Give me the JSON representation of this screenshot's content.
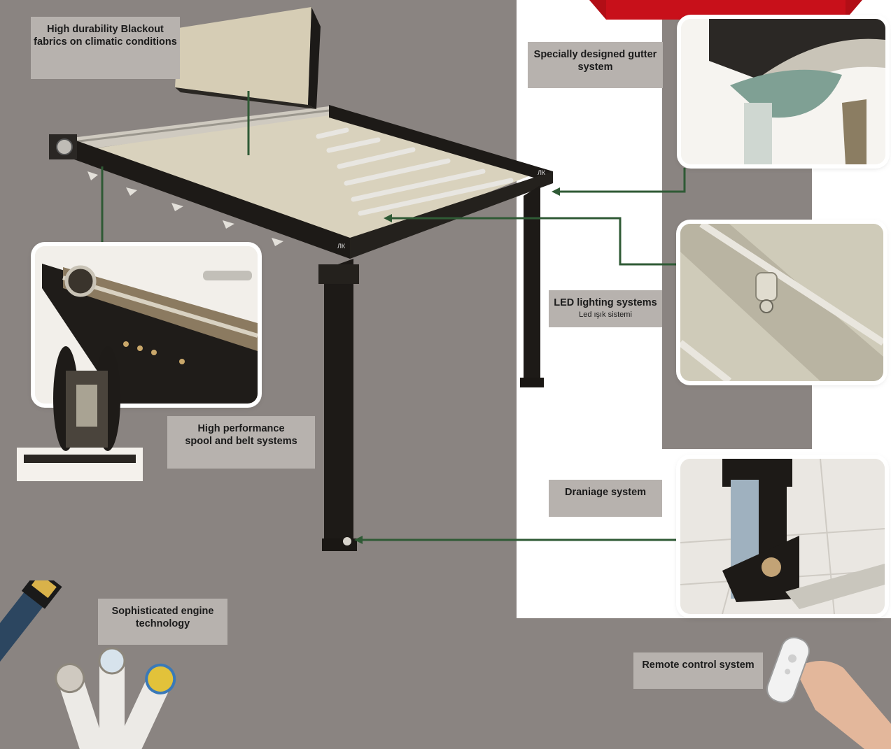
{
  "labels": {
    "blackout": {
      "line1": "High durability Blackout",
      "line2": "fabrics on climatic conditions"
    },
    "gutter": {
      "line1": "Specially designed gutter",
      "line2": "system"
    },
    "led": {
      "title": "LED lighting systems",
      "subtitle": "Led ışık sistemi"
    },
    "spool": {
      "line1": "High performance",
      "line2": "spool and belt systems"
    },
    "drainage": {
      "title": "Draniage system"
    },
    "engine": {
      "line1": "Sophisticated engine",
      "line2": "technology"
    },
    "remote": {
      "title": "Remote control system"
    }
  },
  "frame_logo": "ЛК",
  "colors": {
    "background": "#8a8481",
    "panel": "#ffffff",
    "label_box": "#b7b2ae",
    "accent_red": "#c8101a",
    "connector_green": "#2f5a35",
    "frame_black": "#1d1a17",
    "fabric": "#d9d2bd"
  }
}
